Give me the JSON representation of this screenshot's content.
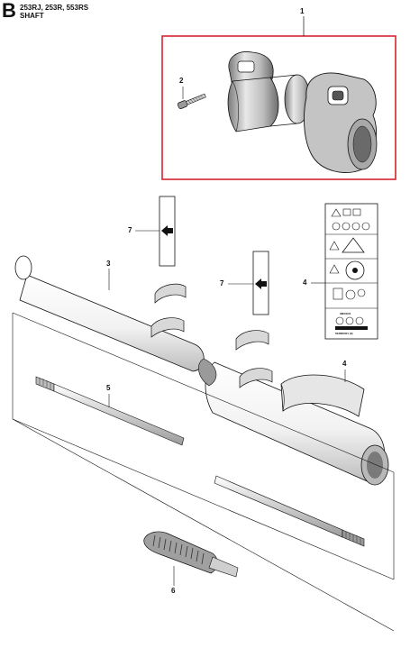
{
  "header": {
    "section_letter": "B",
    "models": "253RJ, 253R, 553RS",
    "subtitle": "SHAFT"
  },
  "callouts": {
    "c1": "1",
    "c2": "2",
    "c3": "3",
    "c4a": "4",
    "c4b": "4",
    "c5": "5",
    "c6": "6",
    "c7a": "7",
    "c7b": "7"
  },
  "decal": {
    "line1": "3M/CE01",
    "line2": "503895001 (0)"
  },
  "colors": {
    "highlight": "#d6242e",
    "ink": "#111111",
    "part_fill": "#ffffff",
    "part_shade": "#c9c9c9"
  }
}
